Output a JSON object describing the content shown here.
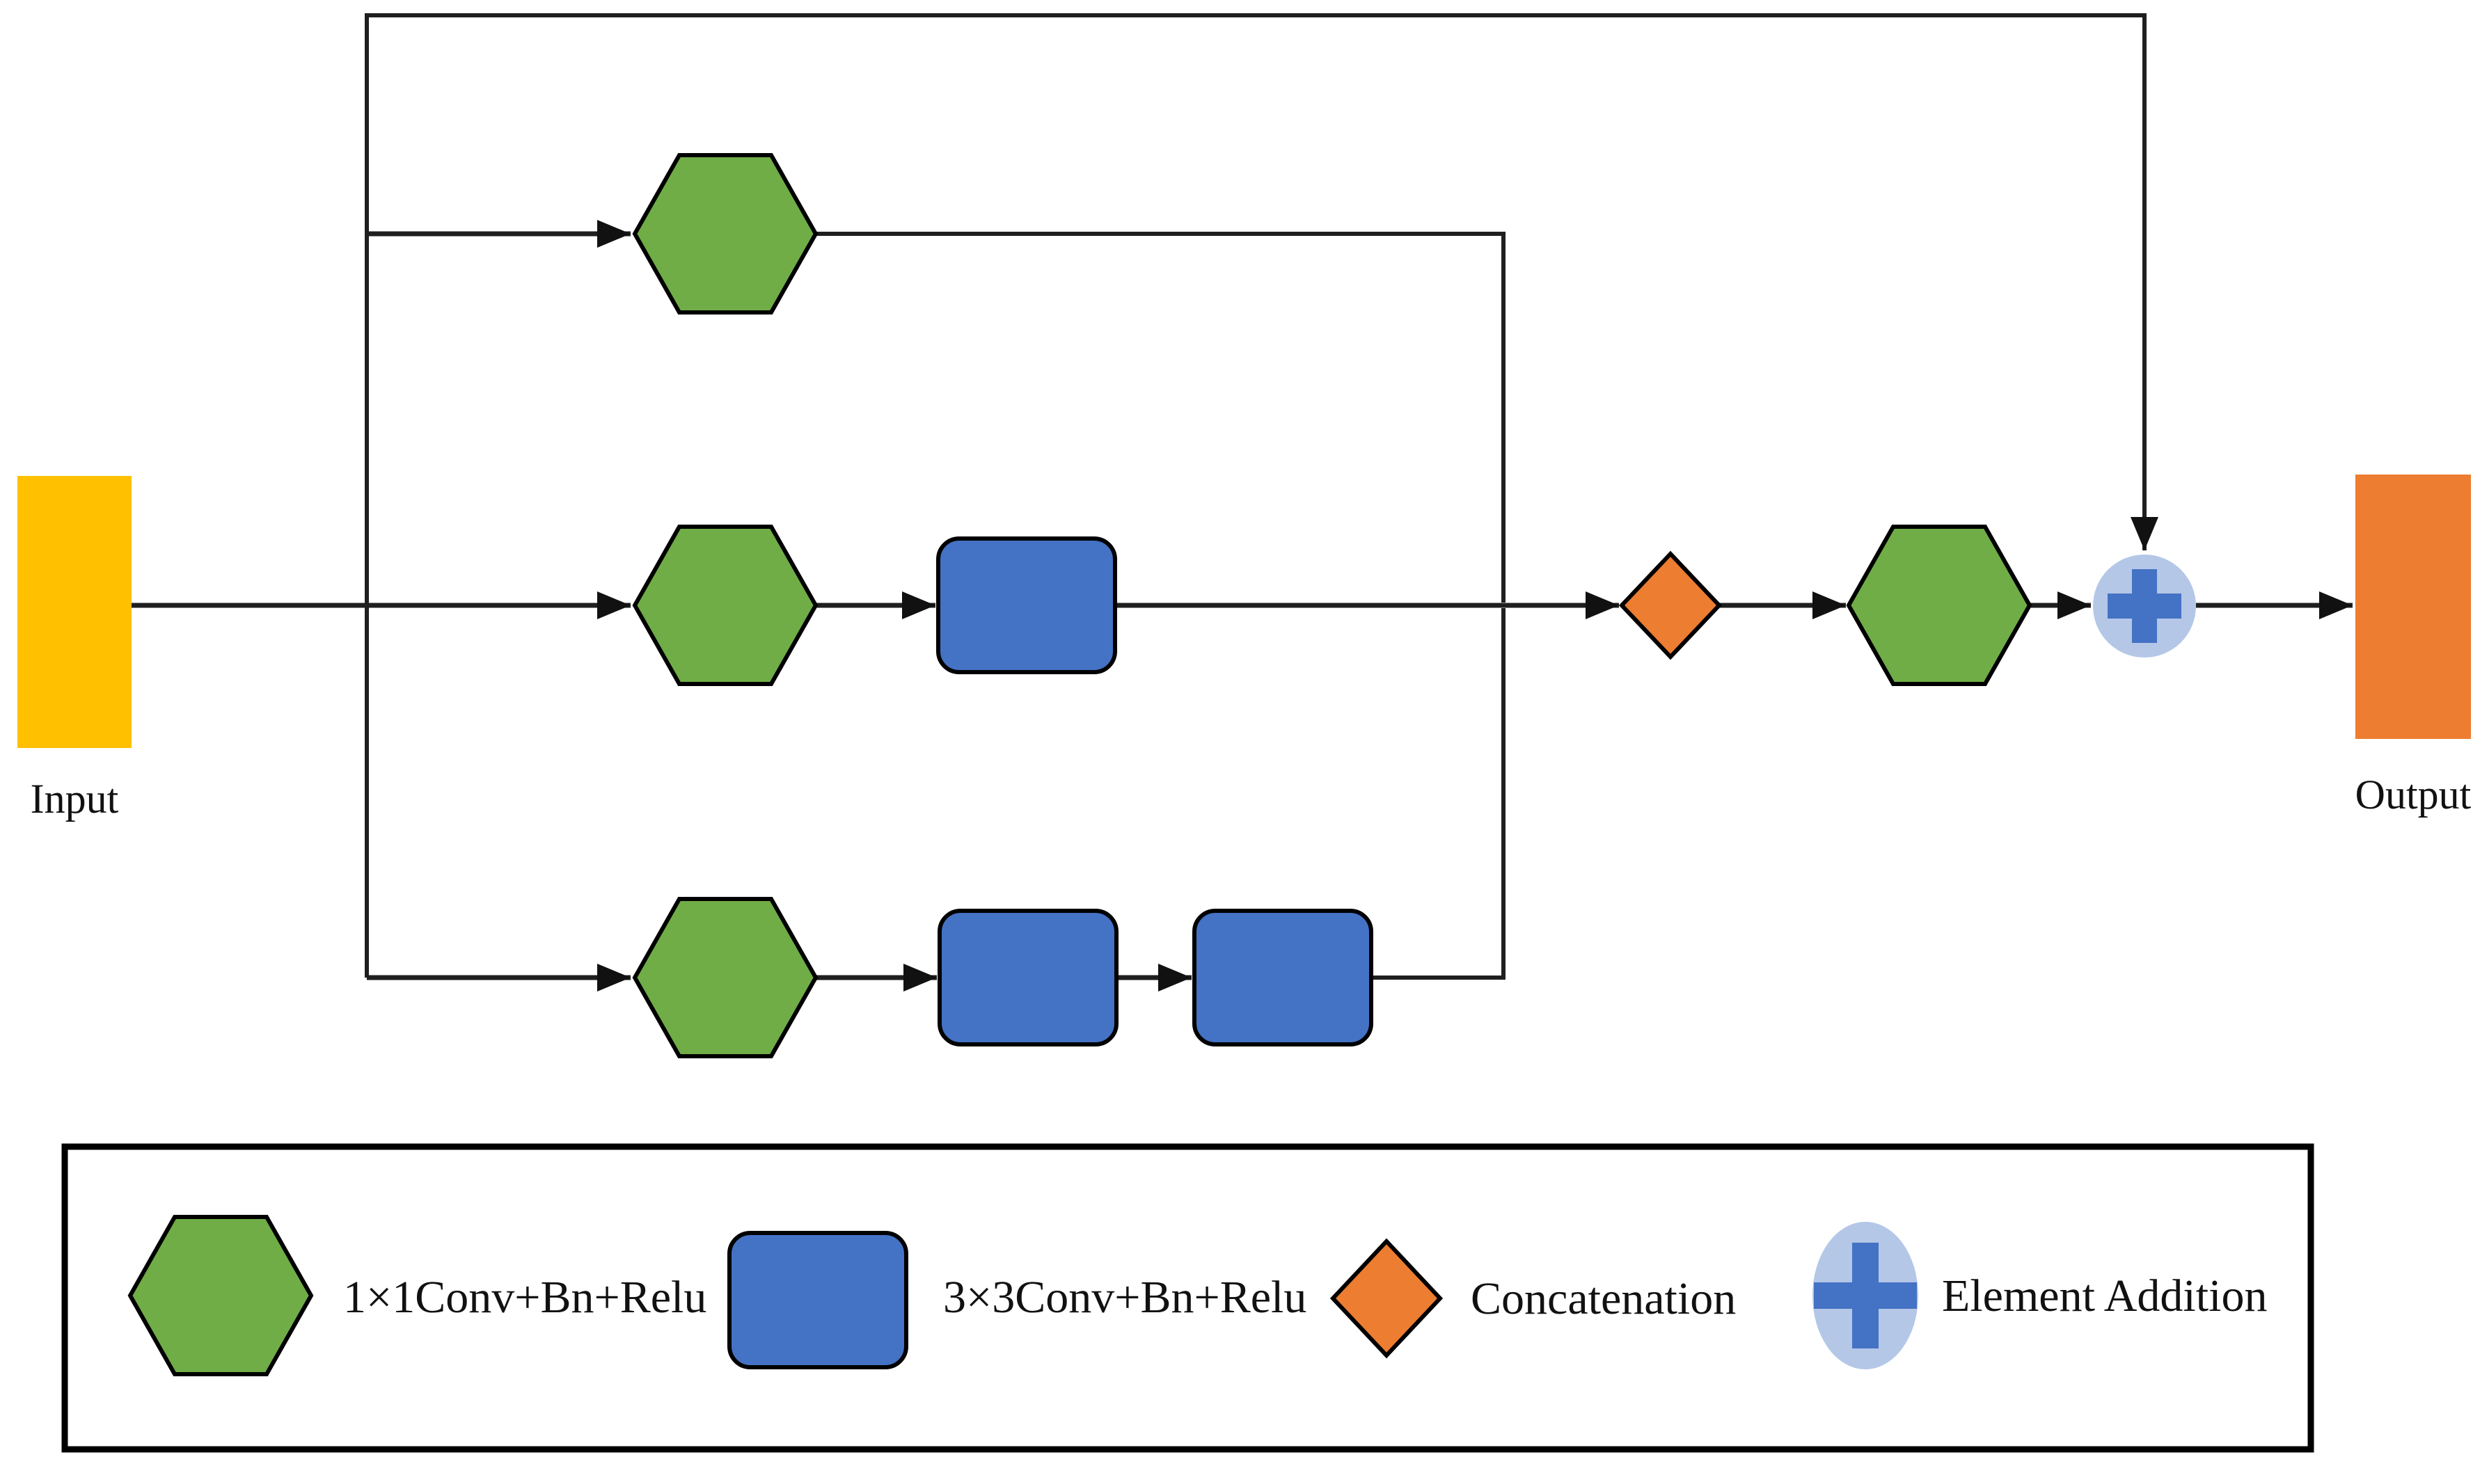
{
  "diagram": {
    "input_label": "Input",
    "output_label": "Output"
  },
  "legend": {
    "items": [
      {
        "id": "conv1x1",
        "icon": "hexagon-icon",
        "label": "1×1Conv+Bn+Relu"
      },
      {
        "id": "conv3x3",
        "icon": "rounded-rect-icon",
        "label": "3×3Conv+Bn+Relu"
      },
      {
        "id": "concat",
        "icon": "diamond-icon",
        "label": "Concatenation"
      },
      {
        "id": "eltadd",
        "icon": "plus-circle-icon",
        "label": "Element Addition"
      }
    ]
  },
  "colors": {
    "input_fill": "#FFC000",
    "output_fill": "#ED7D31",
    "conv1x1_fill": "#70AD47",
    "conv3x3_fill": "#4472C4",
    "concat_fill": "#ED7D31",
    "add_circle_fill": "#B4C7E7",
    "add_plus_fill": "#4472C4",
    "line": "#1f1f1f"
  }
}
